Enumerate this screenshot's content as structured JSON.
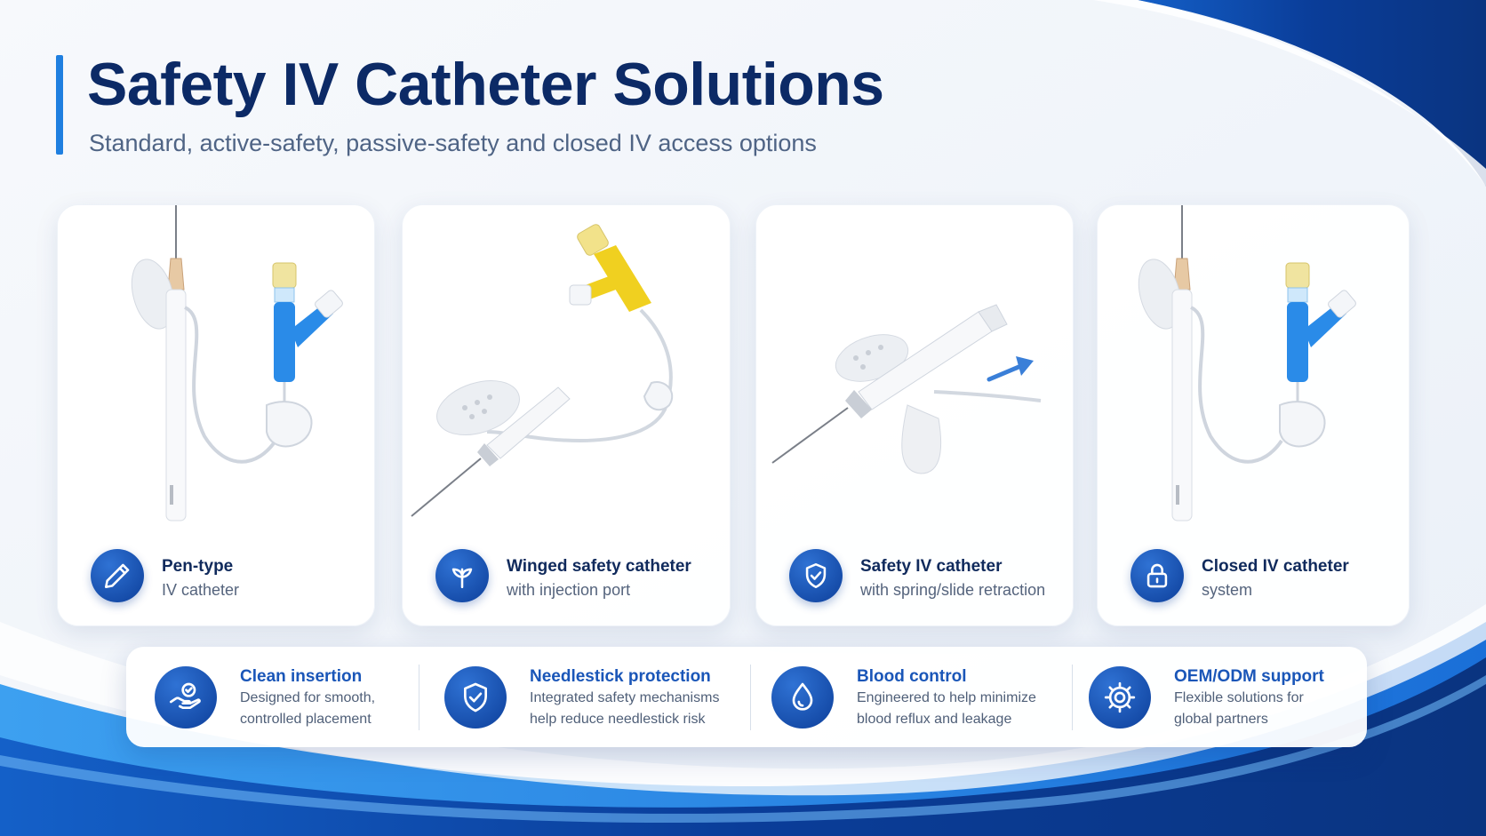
{
  "header": {
    "title": "Safety IV Catheter Solutions",
    "subtitle": "Standard, active-safety, passive-safety and closed IV access options"
  },
  "products": [
    {
      "title": "Pen-type",
      "subtitle": "IV catheter",
      "icon": "pen-icon"
    },
    {
      "title": "Winged safety catheter",
      "subtitle": "with injection port",
      "icon": "wings-icon"
    },
    {
      "title": "Safety IV catheter",
      "subtitle": "with spring/slide retraction",
      "icon": "shield-check-icon"
    },
    {
      "title": "Closed IV catheter",
      "subtitle": "system",
      "icon": "lock-icon"
    }
  ],
  "features": [
    {
      "title": "Clean insertion",
      "line1": "Designed for smooth,",
      "line2": "controlled placement",
      "icon": "hand-check-icon"
    },
    {
      "title": "Needlestick protection",
      "line1": "Integrated safety mechanisms",
      "line2": "help reduce needlestick risk",
      "icon": "shield-check-icon"
    },
    {
      "title": "Blood control",
      "line1": "Engineered to help minimize",
      "line2": "blood reflux and leakage",
      "icon": "drop-icon"
    },
    {
      "title": "OEM/ODM support",
      "line1": "Flexible solutions for",
      "line2": "global partners",
      "icon": "gear-icon"
    }
  ],
  "colors": {
    "title": "#0c2a66",
    "accent": "#1f7fe0",
    "badge": "#0d3f9a",
    "background_wave": "#0a3d99",
    "catheter_blue": "#2a8be8",
    "catheter_yellow": "#f0d020"
  }
}
